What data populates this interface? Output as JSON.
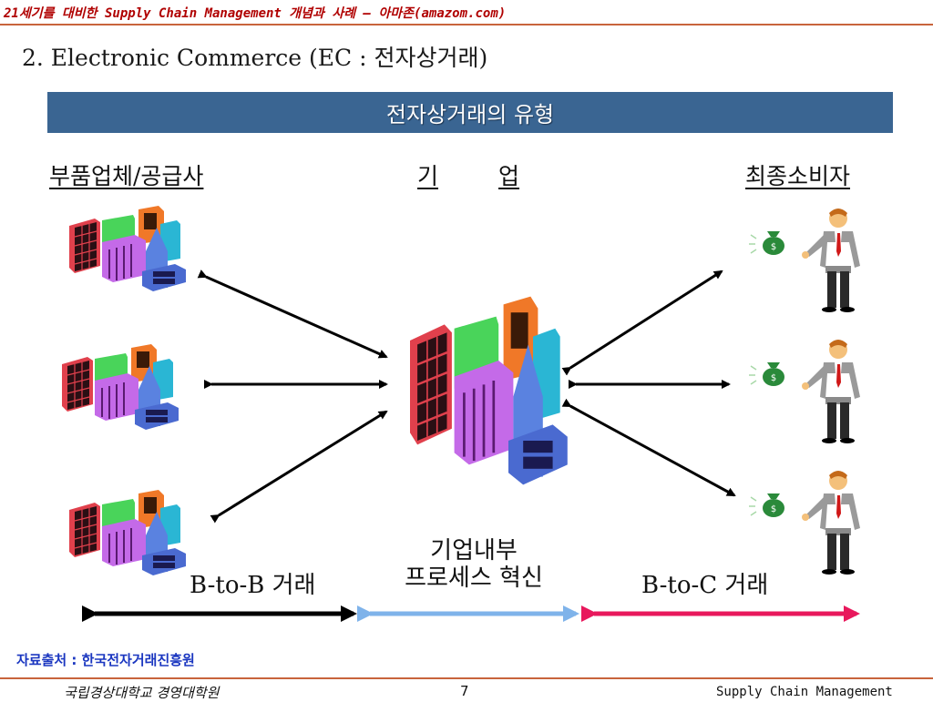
{
  "header": {
    "title": "21세기를 대비한 Supply Chain Management 개념과 사례 – 아마존(amazom.com)"
  },
  "slide": {
    "section_title": "2. Electronic Commerce (EC : 전자상거래)",
    "banner": "전자상거래의 유형",
    "columns": {
      "left": "부품업체/공급사",
      "middle_a": "기",
      "middle_b": "업",
      "right": "최종소비자"
    },
    "captions": {
      "b2b": "B-to-B 거래",
      "internal_line1": "기업내부",
      "internal_line2": "프로세스 혁신",
      "b2c": "B-to-C 거래"
    },
    "source": "자료출처 : 한국전자거래진흥원"
  },
  "footer": {
    "school": "국립경상대학교 경영대학원",
    "page": "7",
    "course": "Supply Chain Management"
  },
  "colors": {
    "header_text": "#b00000",
    "rule": "#c8643c",
    "banner": "#3a6592",
    "b2b_arrow": "#000000",
    "internal_arrow": "#7fb3ea",
    "b2c_arrow": "#e8185c",
    "source_text": "#1a36c0"
  },
  "icons": [
    "building-icon",
    "businessman-icon",
    "money-bag-icon"
  ]
}
